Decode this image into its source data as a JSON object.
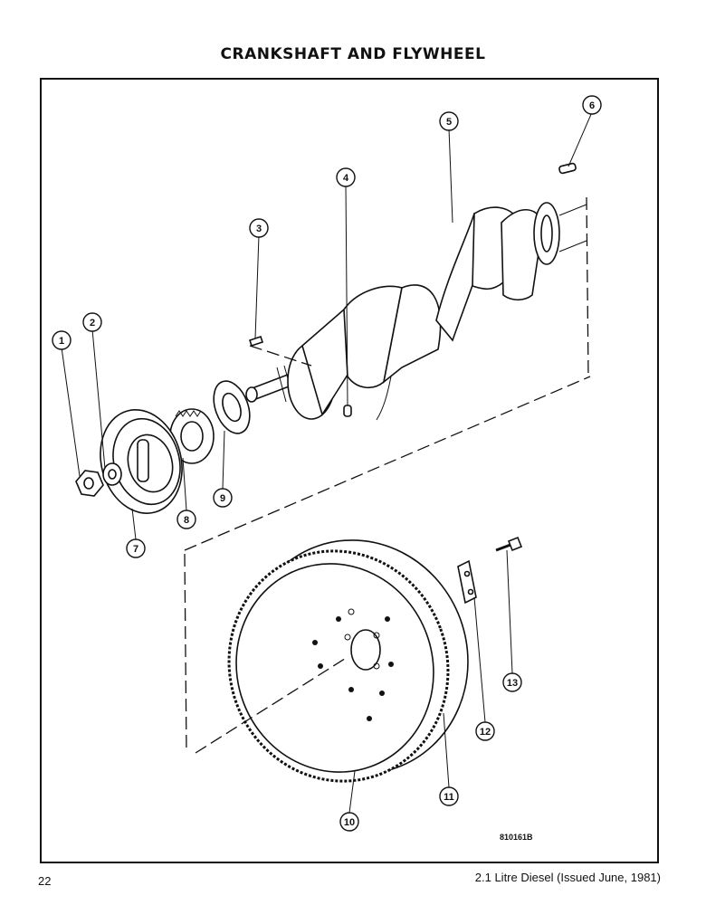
{
  "page": {
    "title": "CRANKSHAFT AND FLYWHEEL",
    "page_number": "22",
    "publication": "2.1 Litre Diesel (Issued June, 1981)",
    "drawing_ref": "810161B"
  },
  "callouts": [
    "1",
    "2",
    "3",
    "4",
    "5",
    "6",
    "7",
    "8",
    "9",
    "10",
    "11",
    "12",
    "13"
  ]
}
